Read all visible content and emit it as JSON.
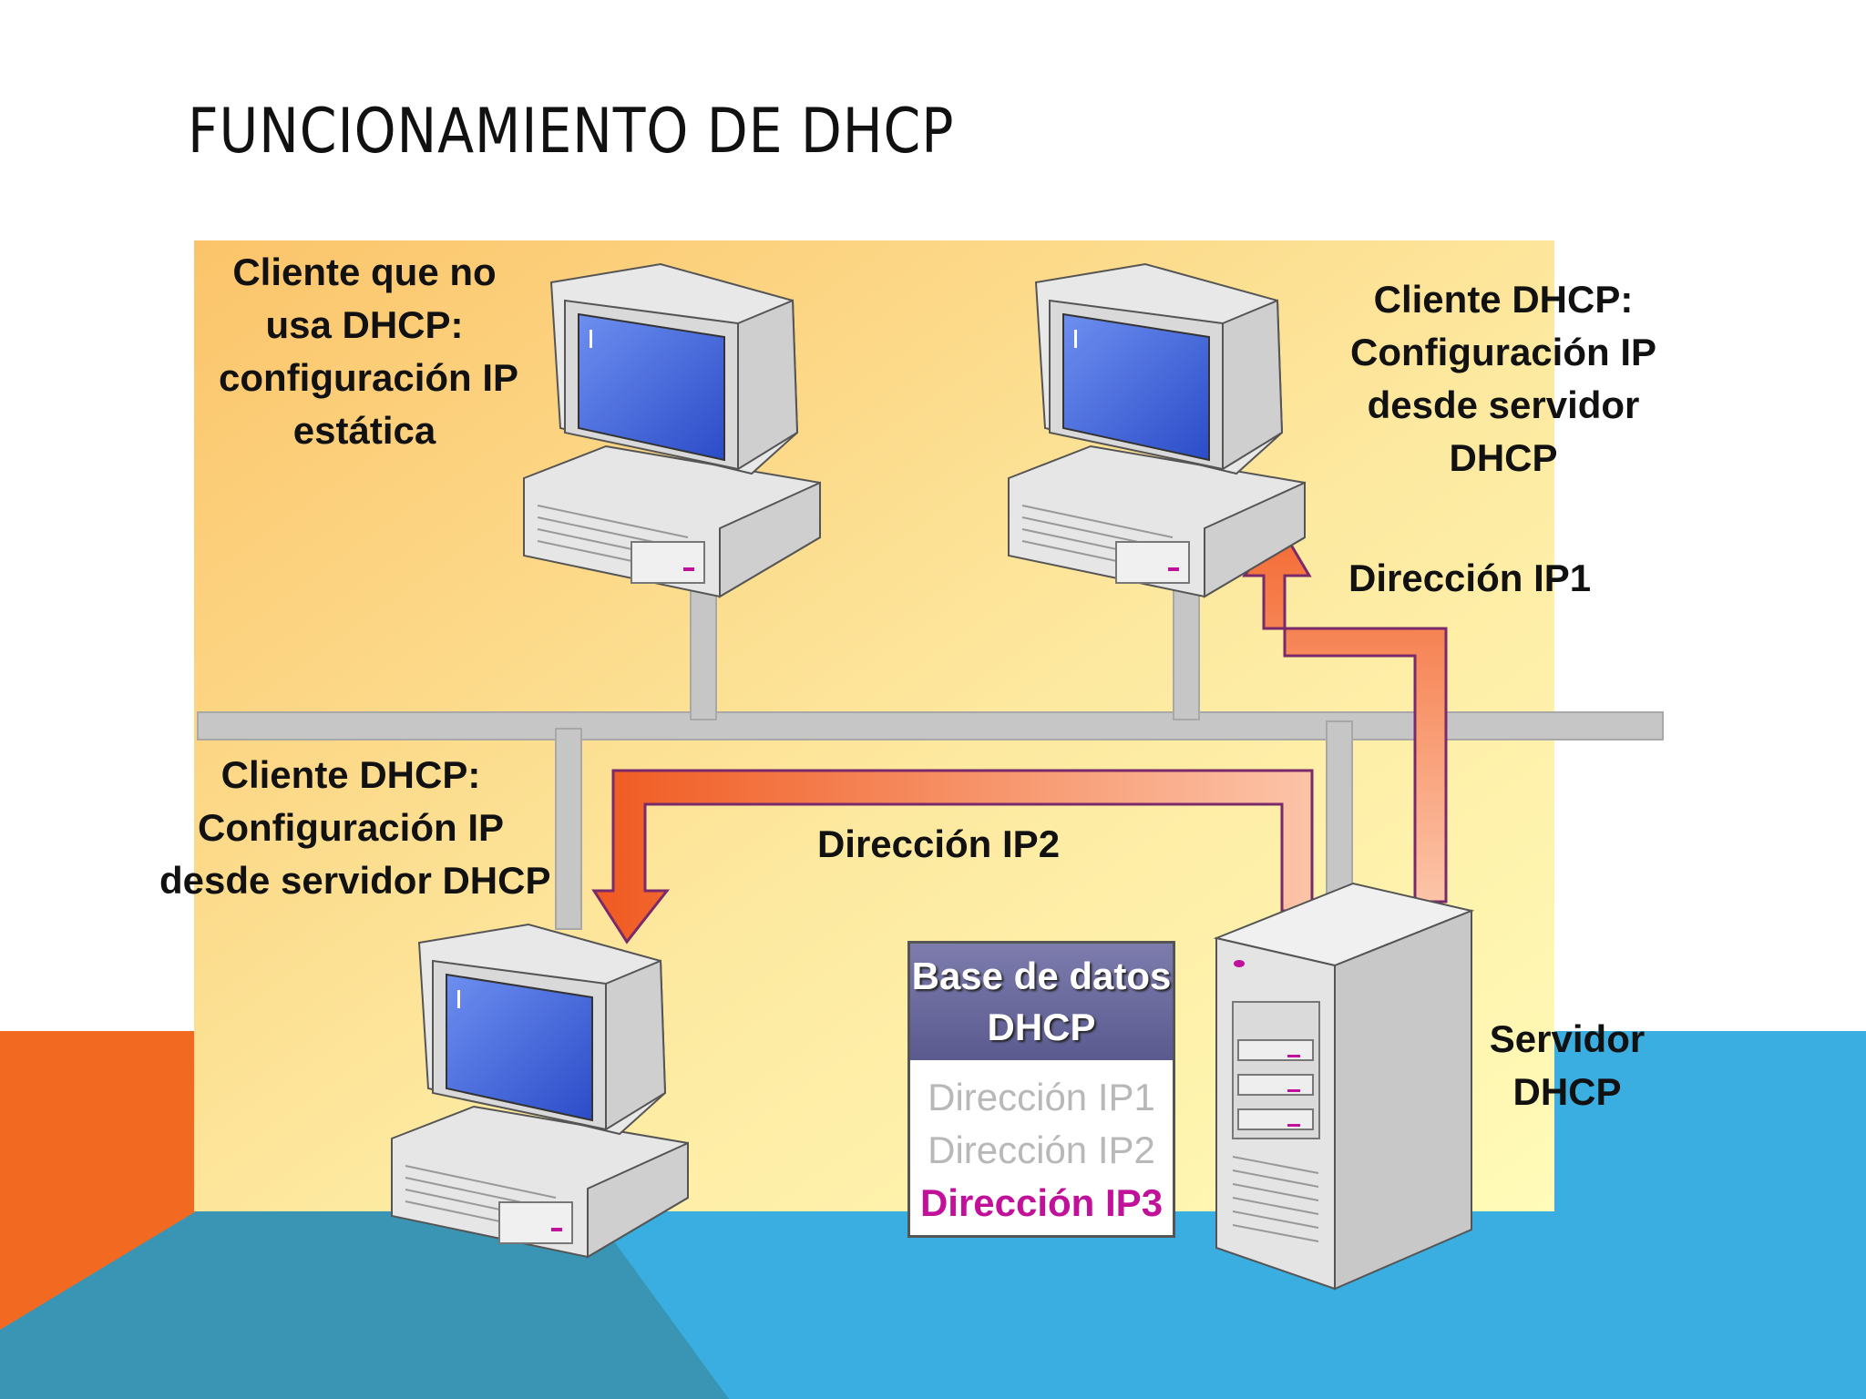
{
  "slide": {
    "title": "FUNCIONAMIENTO DE DHCP"
  },
  "labels": {
    "static_client": [
      "Cliente que no",
      "usa DHCP:",
      "configuración IP",
      "estática"
    ],
    "dhcp_client_top": [
      "Cliente DHCP:",
      "Configuración IP",
      "desde servidor",
      "DHCP"
    ],
    "dhcp_client_bottom": [
      "Cliente DHCP:",
      "Configuración IP",
      "desde servidor DHCP"
    ],
    "server": [
      "Servidor",
      "DHCP"
    ],
    "arrow_ip1": "Dirección IP1",
    "arrow_ip2": "Dirección IP2"
  },
  "database": {
    "title_lines": [
      "Base de datos",
      "DHCP"
    ],
    "entries": [
      "Dirección IP1",
      "Dirección IP2",
      "Dirección IP3"
    ],
    "highlighted_entry": "Dirección IP3"
  },
  "colors": {
    "background_panel": "#fde9a0",
    "arrow": "#f7733a",
    "orange_accent": "#f26a21",
    "blue_accent": "#3aaee0",
    "highlight_text": "#c1119b"
  }
}
